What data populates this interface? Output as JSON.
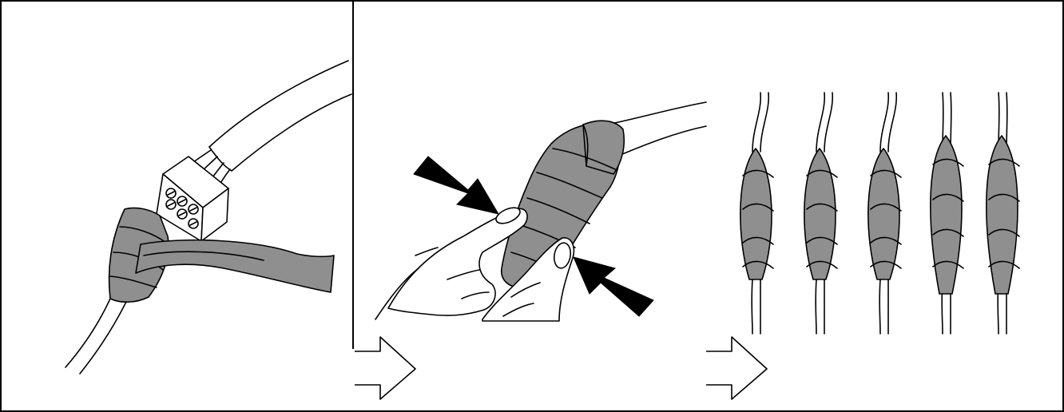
{
  "figure": {
    "panels": [
      {
        "step": 1,
        "content": "connector-with-tape-wrap-start"
      },
      {
        "step": 2,
        "content": "pressing-tape-with-fingers"
      },
      {
        "step": 3,
        "content": "finished-taped-joints"
      }
    ],
    "step_arrows": 2,
    "pressure_arrows": 2,
    "finished_joint_count": 5
  },
  "colors": {
    "background": "#ffffff",
    "outline": "#000000",
    "tape": "#8f8f8f",
    "fill": "#ffffff",
    "arrow": "#000000"
  }
}
